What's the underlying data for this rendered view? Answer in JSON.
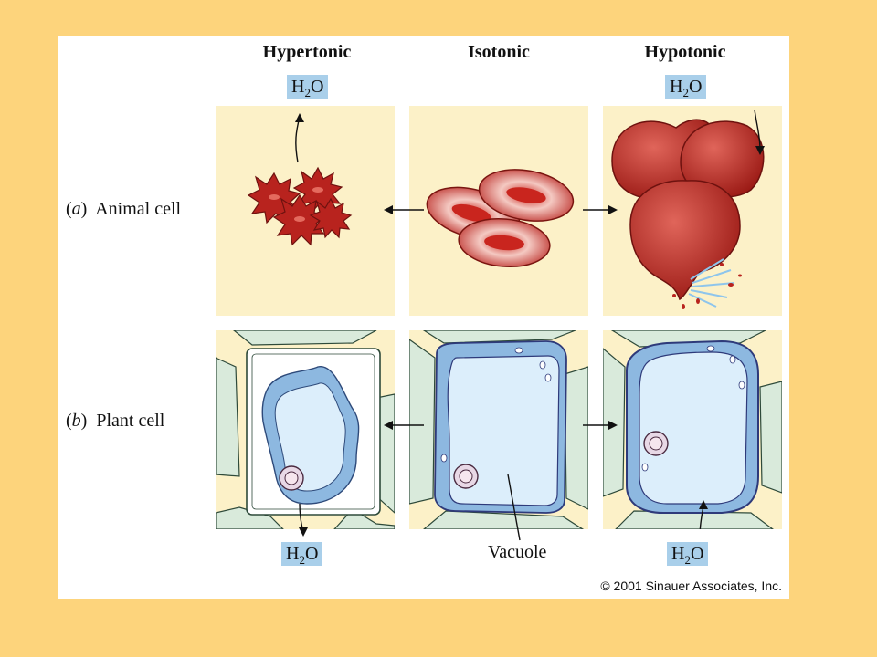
{
  "columns": [
    "Hypertonic",
    "Isotonic",
    "Hypotonic"
  ],
  "water_label": {
    "main": "H",
    "sub": "2",
    "tail": "O"
  },
  "rows": [
    {
      "letter": "a",
      "label": "Animal cell"
    },
    {
      "letter": "b",
      "label": "Plant cell"
    }
  ],
  "vacuole_label": "Vacuole",
  "copyright": "© 2001 Sinauer Associates, Inc.",
  "colors": {
    "background": "#FDD47C",
    "panel": "#FCF1C8",
    "blood_cell": "#B8231E",
    "cell_wall": "#D9EADB",
    "vacuole": "#DCEEFB",
    "cytoplasm": "#8DB8E0",
    "water_box": "#A9CFEA"
  }
}
